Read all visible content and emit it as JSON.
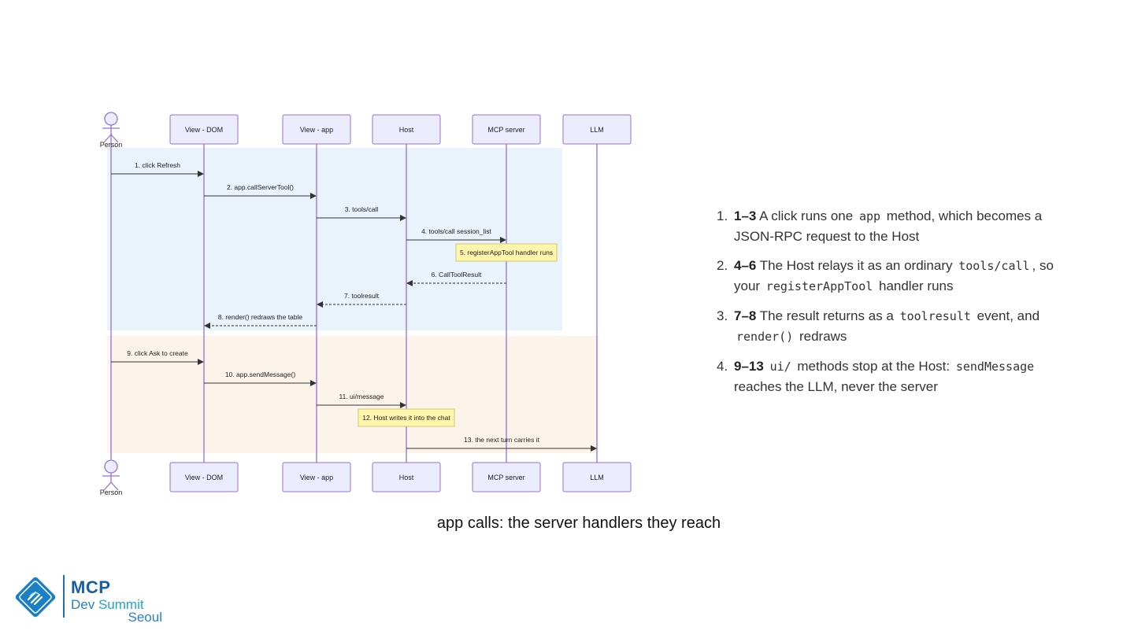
{
  "diagram": {
    "participants": [
      {
        "name": "Person",
        "type": "actor"
      },
      {
        "name": "View - DOM",
        "type": "box"
      },
      {
        "name": "View - app",
        "type": "box"
      },
      {
        "name": "Host",
        "type": "box"
      },
      {
        "name": "MCP server",
        "type": "box"
      },
      {
        "name": "LLM",
        "type": "box"
      }
    ],
    "messages": [
      {
        "label": "1. click Refresh",
        "from": 0,
        "to": 1,
        "style": "solid"
      },
      {
        "label": "2. app.callServerTool()",
        "from": 1,
        "to": 2,
        "style": "solid"
      },
      {
        "label": "3. tools/call",
        "from": 2,
        "to": 3,
        "style": "solid"
      },
      {
        "label": "4. tools/call session_list",
        "from": 3,
        "to": 4,
        "style": "solid"
      },
      {
        "label": "5. registerAppTool handler runs",
        "note_at": 4
      },
      {
        "label": "6. CallToolResult",
        "from": 4,
        "to": 3,
        "style": "dashed"
      },
      {
        "label": "7. toolresult",
        "from": 3,
        "to": 2,
        "style": "dashed"
      },
      {
        "label": "8. render() redraws the table",
        "from": 2,
        "to": 1,
        "style": "dashed"
      },
      {
        "label": "9. click Ask to create",
        "from": 0,
        "to": 1,
        "style": "solid"
      },
      {
        "label": "10. app.sendMessage()",
        "from": 1,
        "to": 2,
        "style": "solid"
      },
      {
        "label": "11. ui/message",
        "from": 2,
        "to": 3,
        "style": "solid"
      },
      {
        "label": "12. Host writes it into the chat",
        "note_at": 3
      },
      {
        "label": "13. the next turn carries it",
        "from": 3,
        "to": 5,
        "style": "solid"
      }
    ],
    "colors": {
      "box_fill": "#ECECFF",
      "box_stroke": "#9370DB",
      "lifeline": "#9370DB",
      "group1_fill": "#EAF2FC",
      "group2_fill": "#FCF4EA",
      "note_fill": "#FFF5AD",
      "note_stroke": "#CCCC66",
      "arrow": "#333333"
    }
  },
  "explanation": [
    {
      "num": "1.",
      "parts": [
        {
          "b": "1–3"
        },
        {
          "t": " A click runs one "
        },
        {
          "c": "app"
        },
        {
          "t": " method, which becomes a JSON-RPC request to the Host"
        }
      ]
    },
    {
      "num": "2.",
      "parts": [
        {
          "b": "4–6"
        },
        {
          "t": " The Host relays it as an ordinary "
        },
        {
          "c": "tools/call"
        },
        {
          "t": ", so your "
        },
        {
          "c": "registerAppTool"
        },
        {
          "t": " handler runs"
        }
      ]
    },
    {
      "num": "3.",
      "parts": [
        {
          "b": "7–8"
        },
        {
          "t": " The result returns as a "
        },
        {
          "c": "toolresult"
        },
        {
          "t": " event, and "
        },
        {
          "c": "render()"
        },
        {
          "t": " redraws"
        }
      ]
    },
    {
      "num": "4.",
      "parts": [
        {
          "b": "9–13"
        },
        {
          "t": " "
        },
        {
          "c": "ui/"
        },
        {
          "t": " methods stop at the Host: "
        },
        {
          "c": "sendMessage"
        },
        {
          "t": " reaches the LLM, never the server"
        }
      ]
    }
  ],
  "caption": "app calls: the server handlers they reach",
  "logo": {
    "line1": "MCP",
    "line2a": "Dev ",
    "line2b": "Summit",
    "line3": "Seoul",
    "colors": {
      "primary": "#16609F",
      "accent": "#1FA7C7"
    }
  }
}
